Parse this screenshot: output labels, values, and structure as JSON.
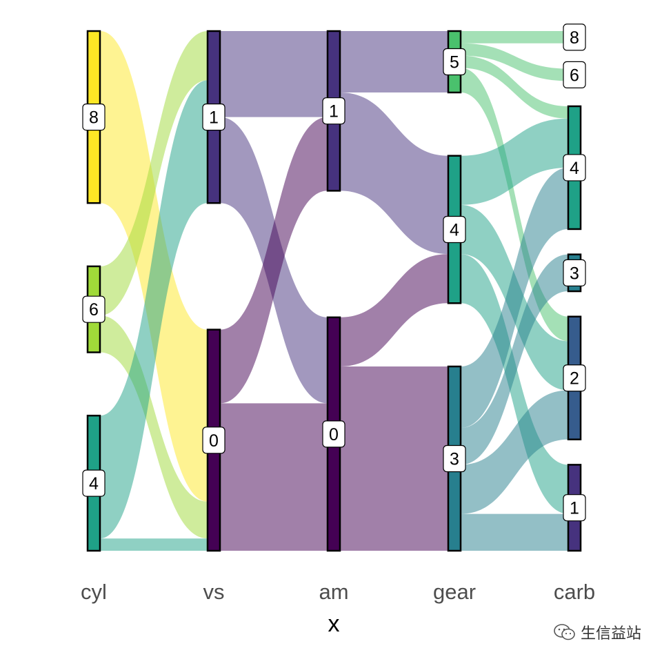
{
  "chart_data": {
    "type": "sankey",
    "title": "",
    "xlabel": "x",
    "ylabel": "",
    "axes": [
      "cyl",
      "vs",
      "am",
      "gear",
      "carb"
    ],
    "nodes": {
      "cyl": [
        {
          "label": "8",
          "count": 14,
          "color": "#FDE725"
        },
        {
          "label": "6",
          "count": 7,
          "color": "#A0DA39"
        },
        {
          "label": "4",
          "count": 11,
          "color": "#1FA187"
        }
      ],
      "vs": [
        {
          "label": "1",
          "count": 14,
          "color": "#46327E"
        },
        {
          "label": "0",
          "count": 18,
          "color": "#440154"
        }
      ],
      "am": [
        {
          "label": "1",
          "count": 13,
          "color": "#46327E"
        },
        {
          "label": "0",
          "count": 19,
          "color": "#440154"
        }
      ],
      "gear": [
        {
          "label": "5",
          "count": 5,
          "color": "#4AC16D"
        },
        {
          "label": "4",
          "count": 12,
          "color": "#1FA187"
        },
        {
          "label": "3",
          "count": 15,
          "color": "#277F8E"
        }
      ],
      "carb": [
        {
          "label": "8",
          "count": 1,
          "color": "#FDE725"
        },
        {
          "label": "6",
          "count": 1,
          "color": "#4AC16D"
        },
        {
          "label": "4",
          "count": 10,
          "color": "#1FA187"
        },
        {
          "label": "3",
          "count": 3,
          "color": "#277F8E"
        },
        {
          "label": "2",
          "count": 10,
          "color": "#365C8D"
        },
        {
          "label": "1",
          "count": 7,
          "color": "#46327E"
        }
      ]
    },
    "flows": [
      {
        "from_axis": "cyl",
        "from": "8",
        "to_axis": "vs",
        "to": "0",
        "value": 14,
        "color": "#FDE725"
      },
      {
        "from_axis": "cyl",
        "from": "6",
        "to_axis": "vs",
        "to": "1",
        "value": 4,
        "color": "#A0DA39"
      },
      {
        "from_axis": "cyl",
        "from": "6",
        "to_axis": "vs",
        "to": "0",
        "value": 3,
        "color": "#A0DA39"
      },
      {
        "from_axis": "cyl",
        "from": "4",
        "to_axis": "vs",
        "to": "1",
        "value": 10,
        "color": "#1FA187"
      },
      {
        "from_axis": "cyl",
        "from": "4",
        "to_axis": "vs",
        "to": "0",
        "value": 1,
        "color": "#1FA187"
      },
      {
        "from_axis": "vs",
        "from": "1",
        "to_axis": "am",
        "to": "1",
        "value": 7,
        "color": "#46327E"
      },
      {
        "from_axis": "vs",
        "from": "1",
        "to_axis": "am",
        "to": "0",
        "value": 7,
        "color": "#46327E"
      },
      {
        "from_axis": "vs",
        "from": "0",
        "to_axis": "am",
        "to": "1",
        "value": 6,
        "color": "#440154"
      },
      {
        "from_axis": "vs",
        "from": "0",
        "to_axis": "am",
        "to": "0",
        "value": 12,
        "color": "#440154"
      },
      {
        "from_axis": "am",
        "from": "1",
        "to_axis": "gear",
        "to": "5",
        "value": 5,
        "color": "#46327E"
      },
      {
        "from_axis": "am",
        "from": "1",
        "to_axis": "gear",
        "to": "4",
        "value": 8,
        "color": "#46327E"
      },
      {
        "from_axis": "am",
        "from": "0",
        "to_axis": "gear",
        "to": "4",
        "value": 4,
        "color": "#440154"
      },
      {
        "from_axis": "am",
        "from": "0",
        "to_axis": "gear",
        "to": "3",
        "value": 15,
        "color": "#440154"
      },
      {
        "from_axis": "gear",
        "from": "5",
        "to_axis": "carb",
        "to": "8",
        "value": 1,
        "color": "#4AC16D"
      },
      {
        "from_axis": "gear",
        "from": "5",
        "to_axis": "carb",
        "to": "6",
        "value": 1,
        "color": "#4AC16D"
      },
      {
        "from_axis": "gear",
        "from": "5",
        "to_axis": "carb",
        "to": "4",
        "value": 1,
        "color": "#4AC16D"
      },
      {
        "from_axis": "gear",
        "from": "5",
        "to_axis": "carb",
        "to": "2",
        "value": 2,
        "color": "#4AC16D"
      },
      {
        "from_axis": "gear",
        "from": "4",
        "to_axis": "carb",
        "to": "4",
        "value": 4,
        "color": "#1FA187"
      },
      {
        "from_axis": "gear",
        "from": "4",
        "to_axis": "carb",
        "to": "2",
        "value": 4,
        "color": "#1FA187"
      },
      {
        "from_axis": "gear",
        "from": "4",
        "to_axis": "carb",
        "to": "1",
        "value": 4,
        "color": "#1FA187"
      },
      {
        "from_axis": "gear",
        "from": "3",
        "to_axis": "carb",
        "to": "4",
        "value": 5,
        "color": "#277F8E"
      },
      {
        "from_axis": "gear",
        "from": "3",
        "to_axis": "carb",
        "to": "3",
        "value": 3,
        "color": "#277F8E"
      },
      {
        "from_axis": "gear",
        "from": "3",
        "to_axis": "carb",
        "to": "2",
        "value": 4,
        "color": "#277F8E"
      },
      {
        "from_axis": "gear",
        "from": "3",
        "to_axis": "carb",
        "to": "1",
        "value": 3,
        "color": "#277F8E"
      }
    ],
    "grid": false,
    "legend": "none"
  },
  "watermark": {
    "text": "生信益站",
    "icon": "wechat-icon"
  }
}
